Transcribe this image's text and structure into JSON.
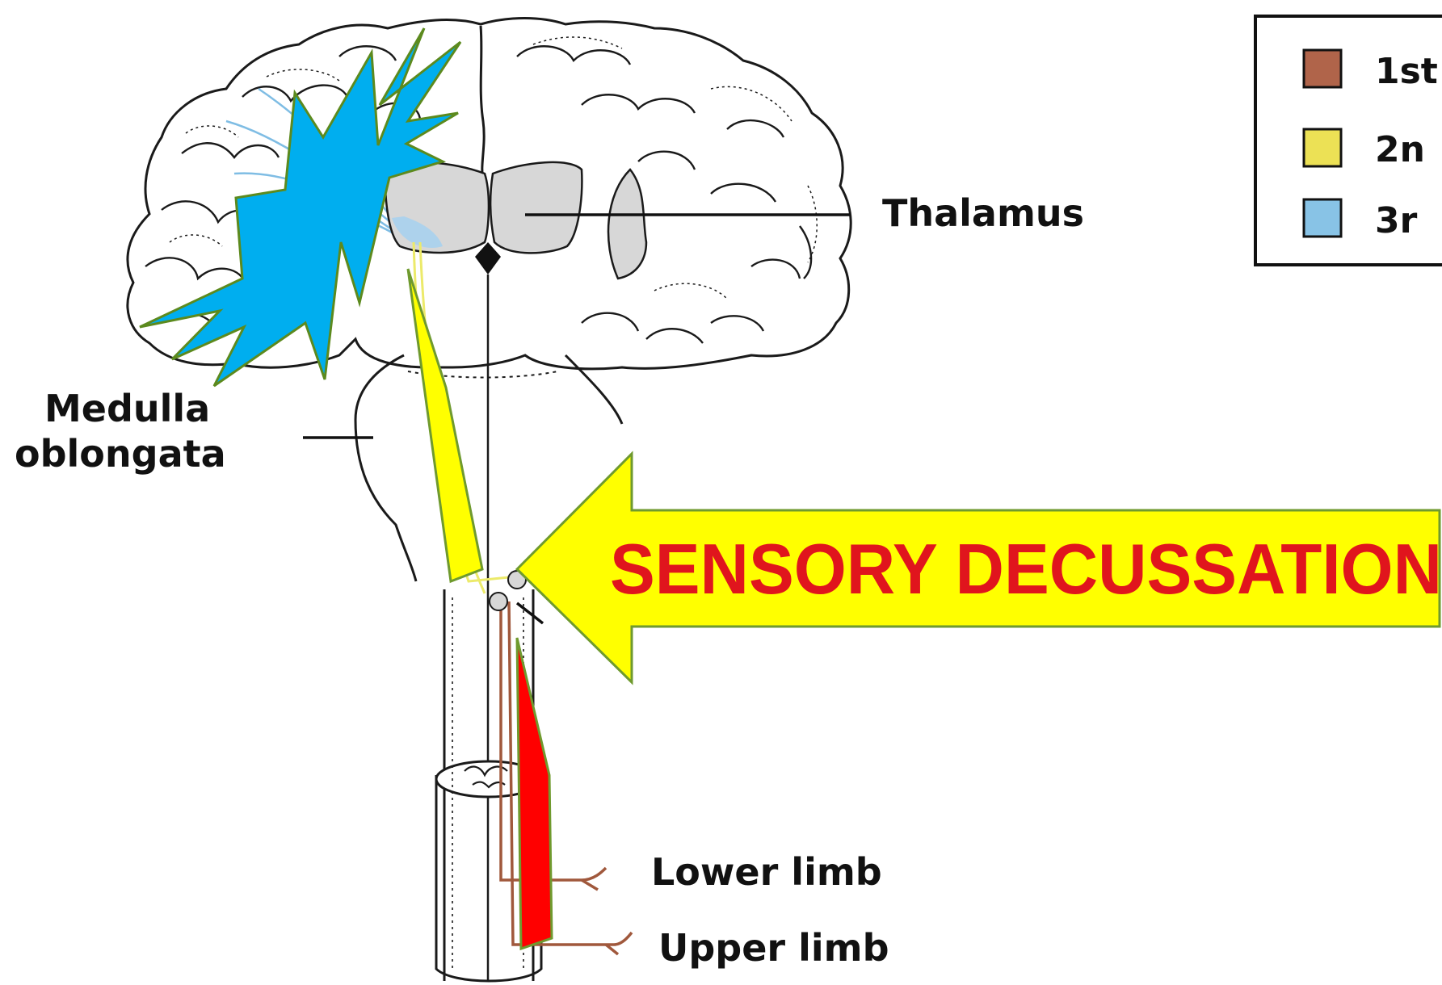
{
  "labels": {
    "thalamus": "Thalamus",
    "medulla_line1": "Medulla",
    "medulla_line2": "oblongata",
    "lower_limb": "Lower limb",
    "upper_limb": "Upper limb"
  },
  "callout": {
    "text": "SENSORY DECUSSATION",
    "fill_color": "#ffff00",
    "border_color": "#6f9a2e",
    "text_color": "#e0151d"
  },
  "legend": {
    "items": [
      {
        "text": "1st",
        "color": "#b0644a"
      },
      {
        "text": "2n",
        "color": "#ece155"
      },
      {
        "text": "3r",
        "color": "#88c3e6"
      }
    ]
  },
  "colors": {
    "first_order": "#a0583c",
    "second_order": "#ecea6a",
    "third_order": "#7fbde4",
    "burst": "#00aeef",
    "burst_border": "#5c8a1e",
    "arrow_red": "#ff0000"
  }
}
